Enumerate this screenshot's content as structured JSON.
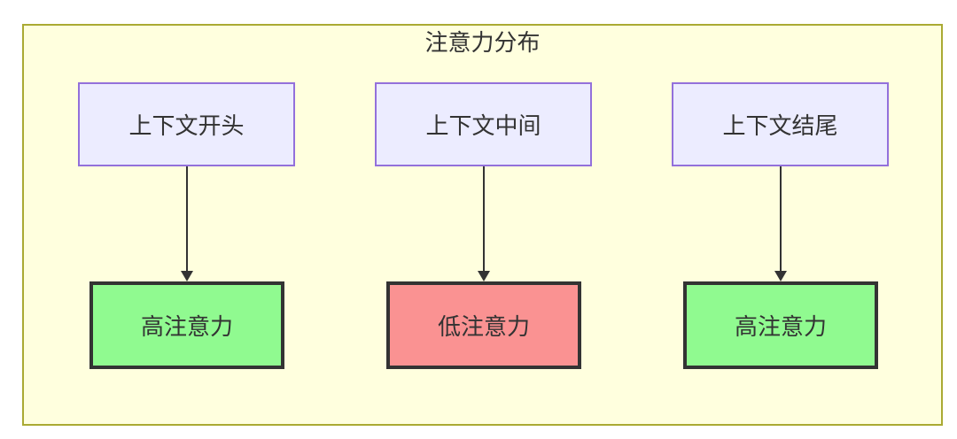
{
  "diagram": {
    "title": "注意力分布",
    "columns": [
      {
        "source": "上下文开头",
        "target": "高注意力",
        "level": "high"
      },
      {
        "source": "上下文中间",
        "target": "低注意力",
        "level": "low"
      },
      {
        "source": "上下文结尾",
        "target": "高注意力",
        "level": "high"
      }
    ],
    "colors": {
      "canvas_bg": "#ffffff",
      "container_bg": "#ffffde",
      "container_border": "#aaaa33",
      "node_fill": "#ececff",
      "node_border": "#9370db",
      "high_fill": "#90fa90",
      "low_fill": "#fa9292",
      "result_border": "#333333",
      "arrow": "#333333",
      "text": "#333333"
    }
  }
}
